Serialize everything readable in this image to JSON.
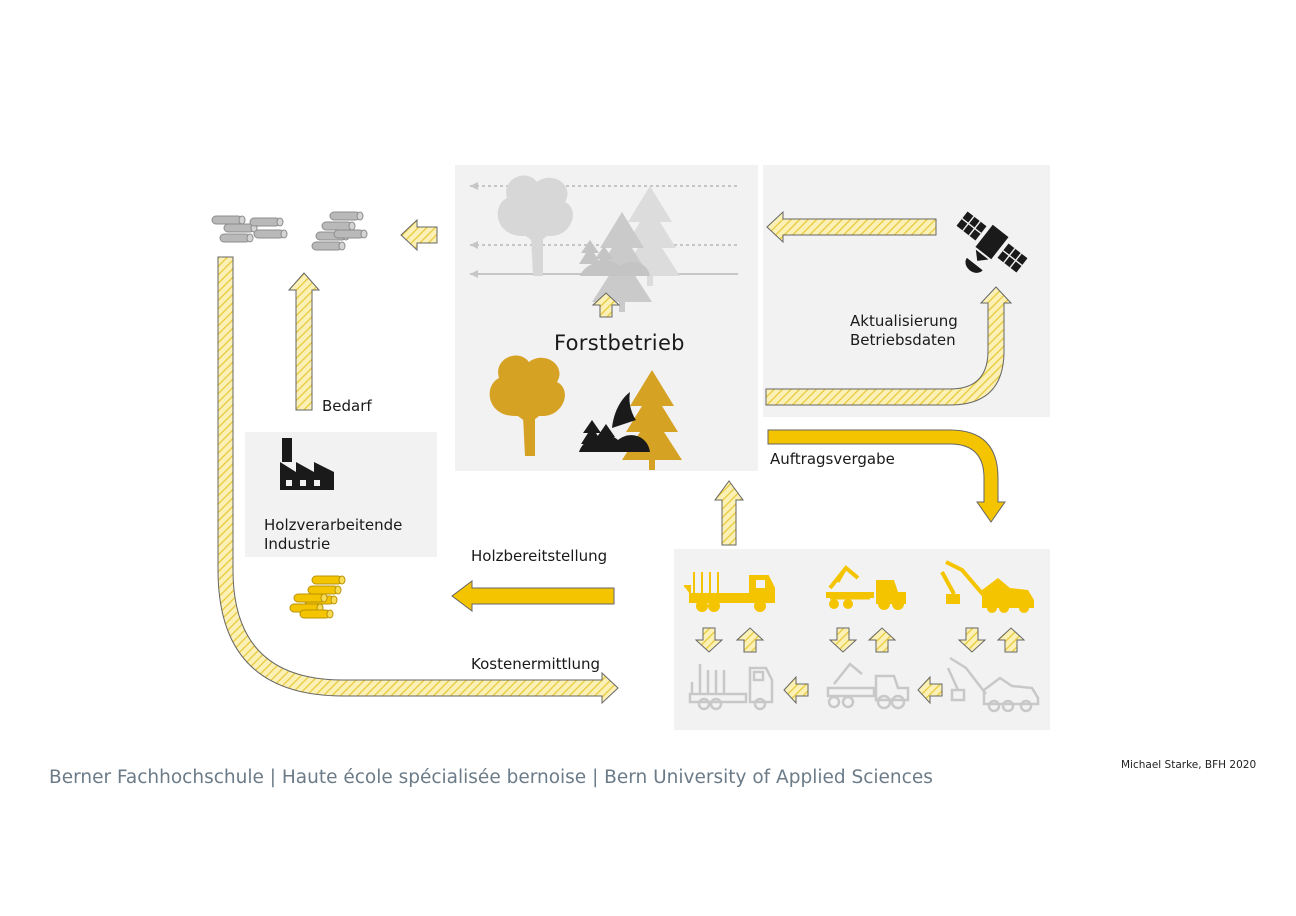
{
  "diagram": {
    "center_title": "Forstbetrieb",
    "labels": {
      "update": [
        "Aktualisierung",
        "Betriebsdaten"
      ],
      "demand": "Bedarf",
      "industry": [
        "Holzverarbeitende",
        "Industrie"
      ],
      "order": "Auftragsvergabe",
      "supply": "Holzbereitstellung",
      "cost": "Kostenermittlung"
    },
    "icons": [
      "forest-icon",
      "satellite-icon",
      "factory-icon",
      "log-pile-icon",
      "truck-icon",
      "forwarder-icon",
      "harvester-icon"
    ],
    "colors": {
      "yellow": "#f5c400",
      "gold": "#d6a224",
      "hatch_fill": "#fbf1b6",
      "grey": "#cfcfcf",
      "panel": "#f2f2f2"
    }
  },
  "footer": {
    "institution": "Berner Fachhochschule | Haute école spécialisée bernoise | Bern University of Applied Sciences",
    "credit": "Michael Starke, BFH 2020"
  }
}
